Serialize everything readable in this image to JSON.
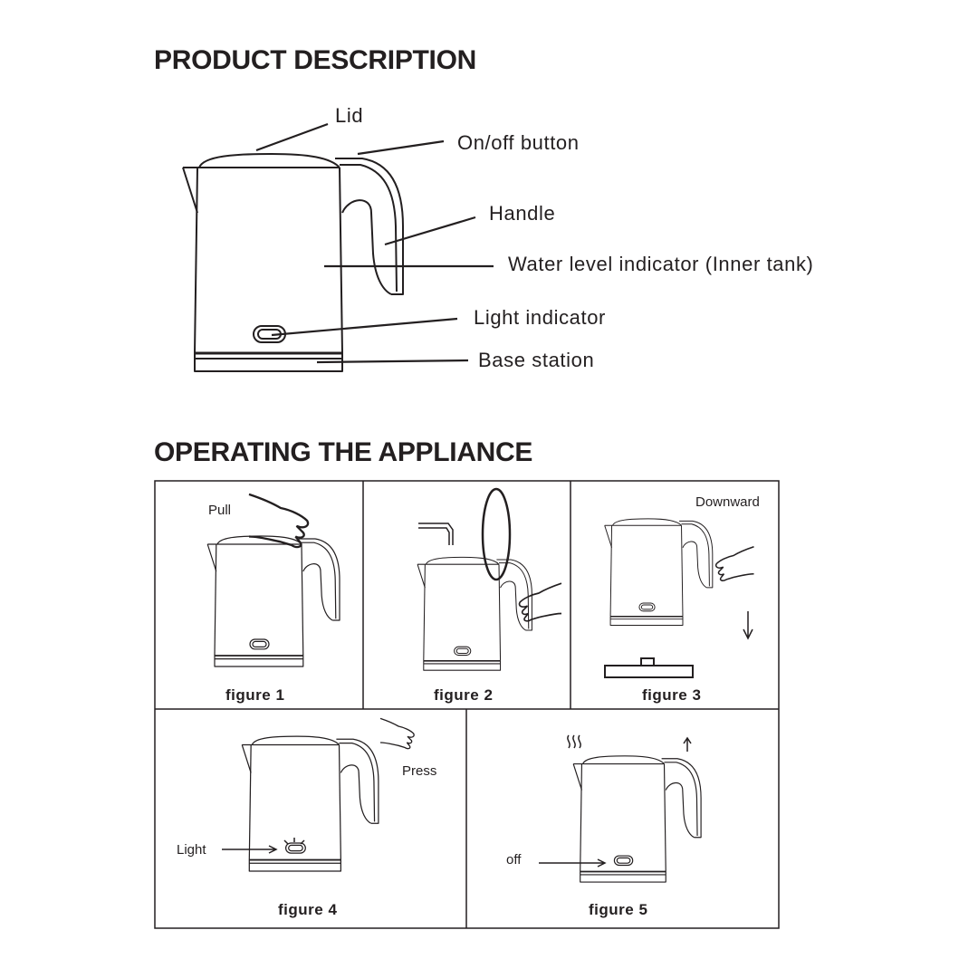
{
  "sections": {
    "product_description": {
      "title": "PRODUCT DESCRIPTION",
      "labels": {
        "lid": "Lid",
        "on_off_button": "On/off button",
        "handle": "Handle",
        "water_level": "Water level indicator (Inner tank)",
        "light_indicator": "Light indicator",
        "base_station": "Base station"
      }
    },
    "operating": {
      "title": "OPERATING THE APPLIANCE",
      "figures": [
        {
          "caption": "figure  1",
          "note": "Pull"
        },
        {
          "caption": "figure  2"
        },
        {
          "caption": "figure  3",
          "note": "Downward"
        },
        {
          "caption": "figure  4",
          "note": "Press",
          "note2": "Light"
        },
        {
          "caption": "figure  5",
          "note": "off"
        }
      ]
    }
  },
  "colors": {
    "ink": "#231f20",
    "background": "#ffffff"
  }
}
